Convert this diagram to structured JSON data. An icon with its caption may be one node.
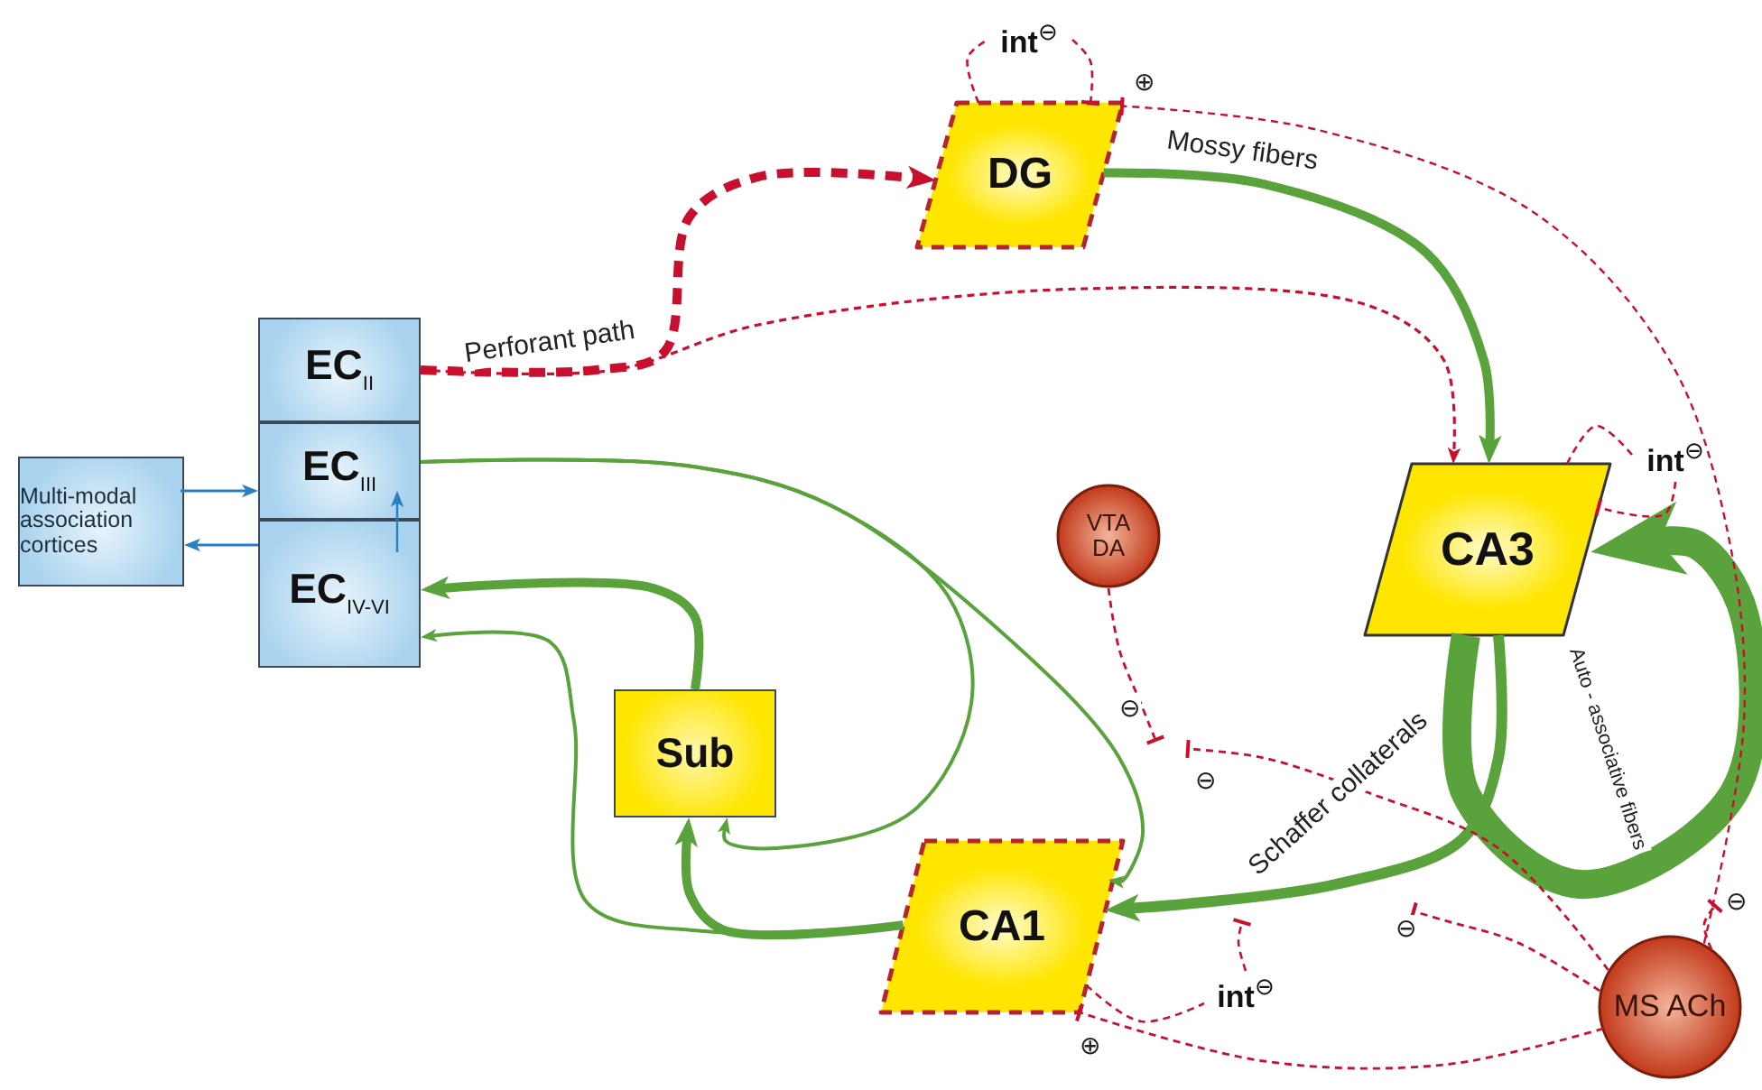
{
  "diagram": {
    "nodes": [
      {
        "text": [
          "Multi-modal association cortices"
        ]
      },
      {
        "text": [
          "EC$_{II}$"
        ]
      },
      {
        "text": [
          "EC$_{III}$"
        ]
      },
      {
        "text": [
          "EC$_{IV-VI}$"
        ]
      },
      {
        "text": [
          "DG"
        ]
      },
      {
        "text": [
          "CA3"
        ]
      },
      {
        "text": [
          "VTA DA"
        ]
      },
      {
        "text": [
          "Sub"
        ]
      },
      {
        "text": [
          "CA1"
        ]
      },
      {
        "text": [
          "MS ACh"
        ]
      },
      {
        "text": [
          "int$^{⊖}$"
        ]
      },
      {
        "text": [
          "int$^{⊖}$"
        ]
      },
      {
        "text": [
          "int$^{⊖}$"
        ]
      }
    ],
    "edges": [
      {
        "from": 0,
        "to": 2,
        "arrow": "to",
        "color": "#2a7fc0"
      },
      {
        "from": 3,
        "to": 0,
        "arrow": "to",
        "color": "#2a7fc0"
      },
      {
        "from": 3,
        "to": 2,
        "arrow": "to",
        "color": "#2a7fc0"
      },
      {
        "from": 1,
        "to": 4,
        "arrow": "to",
        "style": "dashed",
        "label": "Perforant path"
      },
      {
        "from": 1,
        "to": 5,
        "arrow": "to",
        "style": "dashed"
      },
      {
        "from": 4,
        "to": 5,
        "arrow": "to",
        "style": "thick",
        "color": "#5aa33c",
        "label": "Mossy fibers"
      },
      {
        "from": 5,
        "to": 8,
        "arrow": "to",
        "style": "thick",
        "color": "#5aa33c",
        "label": "Schaffer collaterals"
      },
      {
        "from": 5,
        "to": 5,
        "arrow": "to",
        "style": "thick",
        "color": "#5aa33c",
        "label": "Auto - associative fibers"
      },
      {
        "from": 2,
        "to": 8,
        "arrow": "to",
        "color": "#5aa33c"
      },
      {
        "from": 2,
        "to": 7,
        "arrow": "to",
        "color": "#5aa33c"
      },
      {
        "from": 8,
        "to": 7,
        "arrow": "to",
        "style": "thick",
        "color": "#5aa33c"
      },
      {
        "from": 8,
        "to": 3,
        "arrow": "to",
        "color": "#5aa33c"
      },
      {
        "from": 7,
        "to": 3,
        "arrow": "to",
        "style": "thick",
        "color": "#5aa33c"
      },
      {
        "from": 4,
        "to": 10,
        "arrow": "none",
        "style": "dashed"
      },
      {
        "from": 10,
        "to": 4,
        "arrow": "other",
        "style": "dashed"
      },
      {
        "from": 5,
        "to": 11,
        "arrow": "none",
        "style": "dashed"
      },
      {
        "from": 11,
        "to": 5,
        "arrow": "other",
        "style": "dashed"
      },
      {
        "from": 8,
        "to": 12,
        "arrow": "none",
        "style": "dashed"
      },
      {
        "from": 12,
        "to": null,
        "arrow": "other",
        "style": "dashed"
      },
      {
        "from": 6,
        "to": null,
        "arrow": "other",
        "style": "dashed",
        "label": "⊖"
      },
      {
        "from": 9,
        "to": 4,
        "arrow": "other",
        "style": "dashed",
        "label": "⊕"
      },
      {
        "from": 9,
        "to": 8,
        "arrow": "other",
        "style": "dashed",
        "label": "⊕"
      },
      {
        "from": 9,
        "to": null,
        "arrow": "other",
        "style": "dashed",
        "label": "⊖"
      },
      {
        "from": 9,
        "to": null,
        "arrow": "other",
        "style": "dashed",
        "label": "⊖"
      },
      {
        "from": 9,
        "to": null,
        "arrow": "other",
        "style": "dashed",
        "label": "⊖"
      }
    ]
  }
}
